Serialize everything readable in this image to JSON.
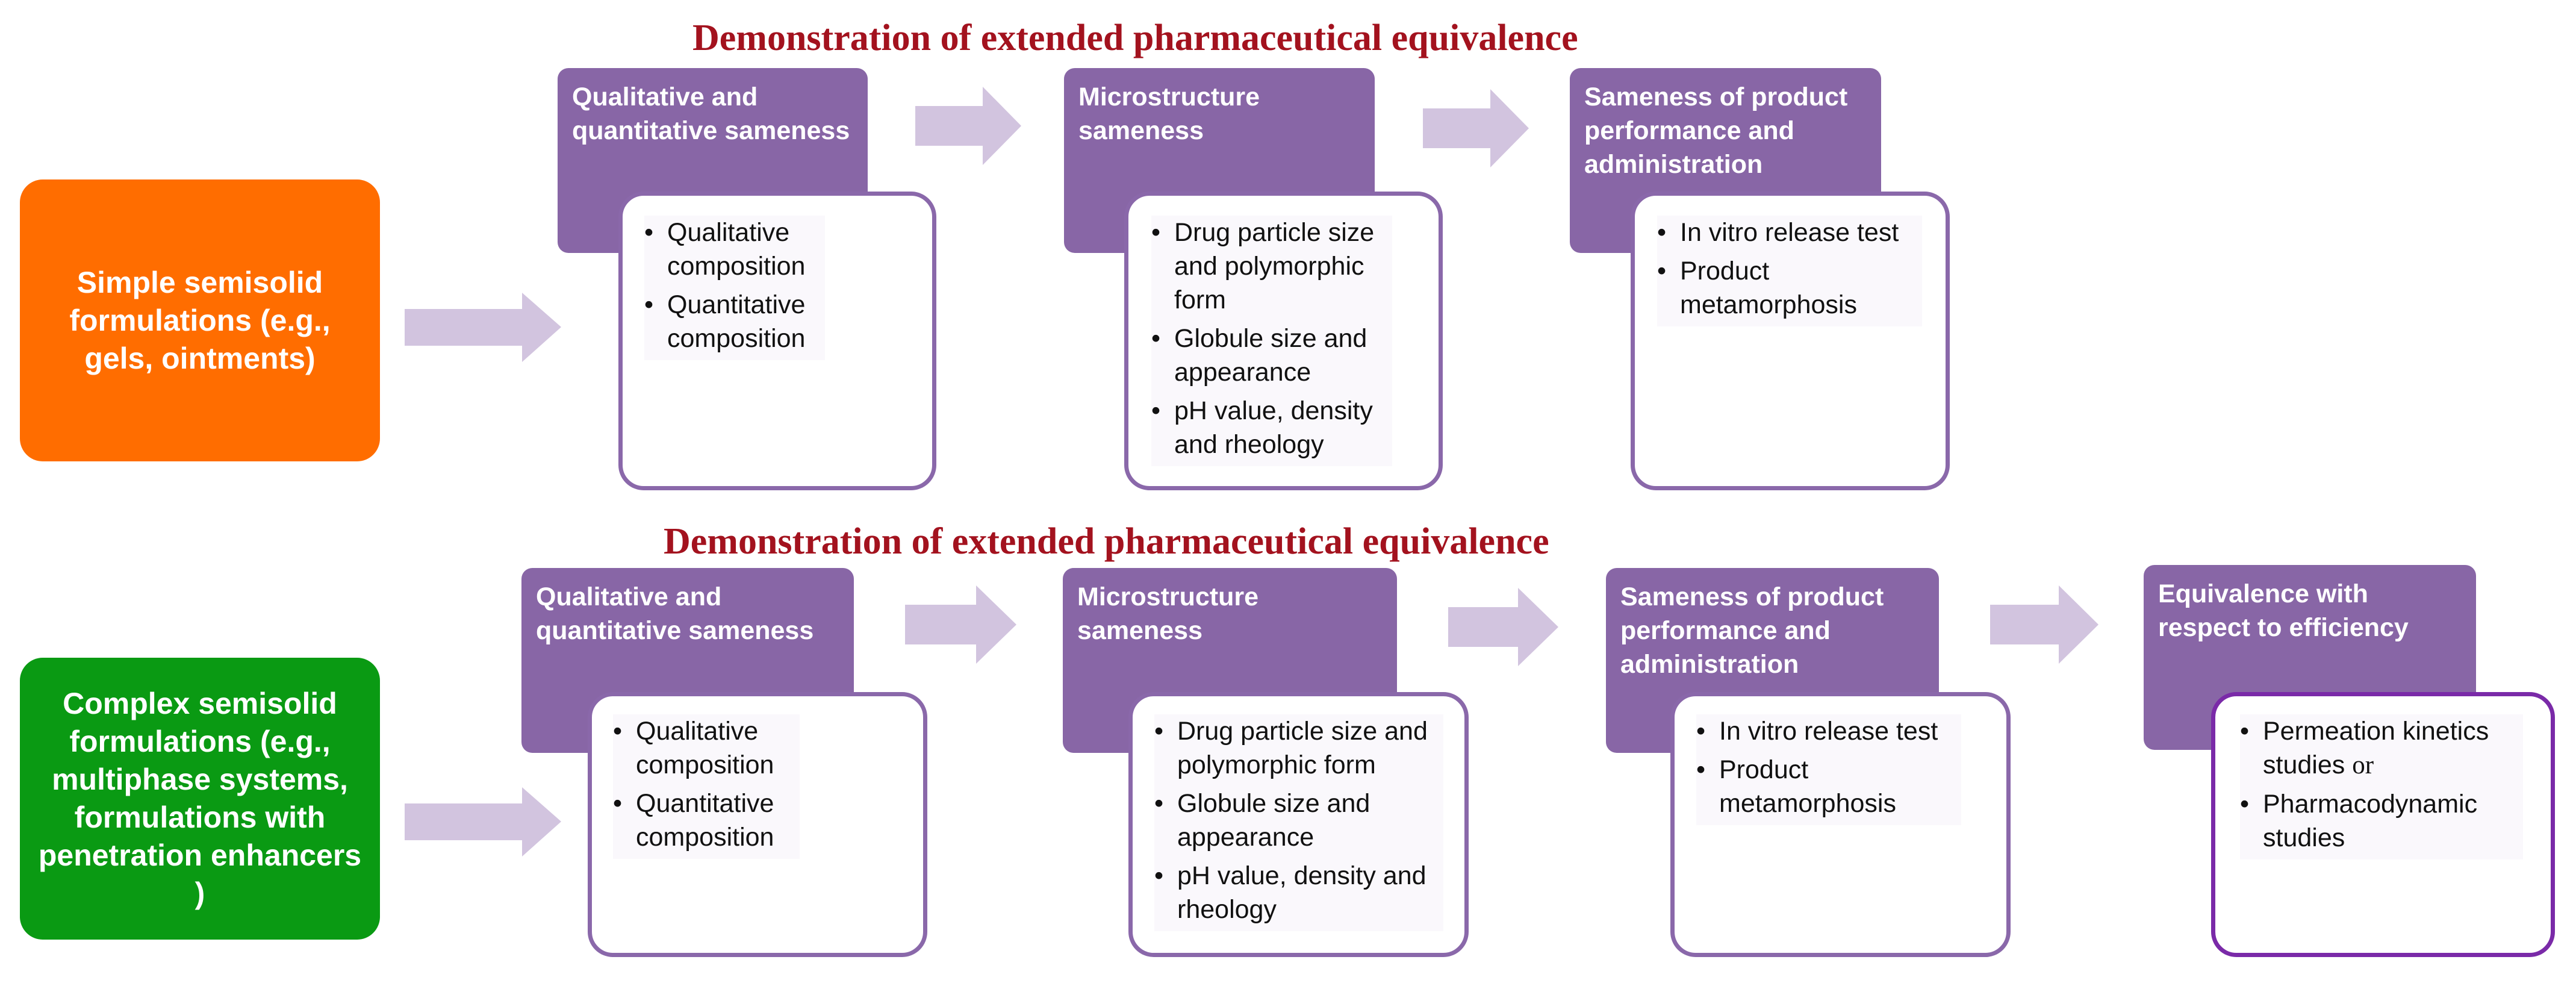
{
  "row1": {
    "title": "Demonstration of extended pharmaceutical equivalence",
    "source": "Simple semisolid formulations (e.g., gels, ointments)",
    "steps": [
      {
        "heading": "Qualitative and quantitative sameness",
        "bullets": [
          "Qualitative composition",
          "Quantitative composition"
        ]
      },
      {
        "heading": "Microstructure sameness",
        "bullets": [
          "Drug particle size and polymorphic form",
          "Globule size and appearance",
          "pH value, density and rheology"
        ]
      },
      {
        "heading": "Sameness of product performance and administration",
        "bullets": [
          "In vitro release test",
          "Product metamorphosis"
        ]
      }
    ]
  },
  "row2": {
    "title": "Demonstration of extended pharmaceutical equivalence",
    "source": "Complex semisolid formulations (e.g., multiphase systems, formulations with penetration enhancers )",
    "steps": [
      {
        "heading": "Qualitative and quantitative sameness",
        "bullets": [
          "Qualitative composition",
          "Quantitative composition"
        ]
      },
      {
        "heading": "Microstructure sameness",
        "bullets": [
          "Drug particle size and polymorphic form",
          "Globule size and appearance",
          "pH value, density and rheology"
        ]
      },
      {
        "heading": "Sameness of product performance and administration",
        "bullets": [
          "In vitro release test",
          "Product metamorphosis"
        ]
      },
      {
        "heading": "Equivalence with respect  to efficiency",
        "bullets": [
          "Permeation kinetics studies",
          "Pharmacodynamic studies"
        ],
        "or_word": "or"
      }
    ]
  },
  "colors": {
    "title": "#a3121e",
    "header": "#8866a6",
    "card_border": "#8a68aa",
    "arrow": "#d2c4df",
    "orange": "#ff6d00",
    "green": "#0a9a13"
  }
}
